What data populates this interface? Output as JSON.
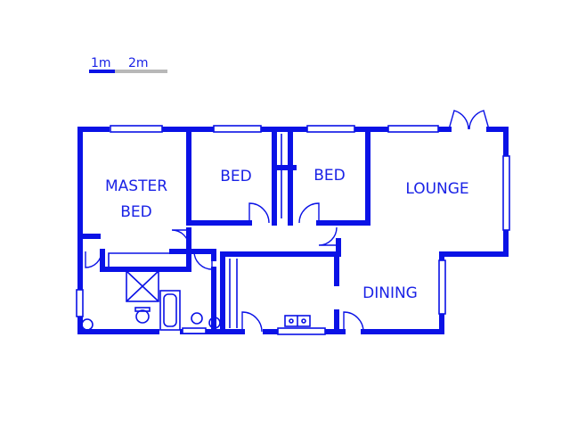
{
  "scale": {
    "label_1": "1m",
    "label_2": "2m"
  },
  "rooms": {
    "master_line1": "MASTER",
    "master_line2": "BED",
    "bed1": "BED",
    "bed2": "BED",
    "lounge": "LOUNGE",
    "dining": "DINING"
  },
  "colors": {
    "wall": "#0a12e6",
    "window": "#b8b8b8",
    "background": "#ffffff"
  }
}
